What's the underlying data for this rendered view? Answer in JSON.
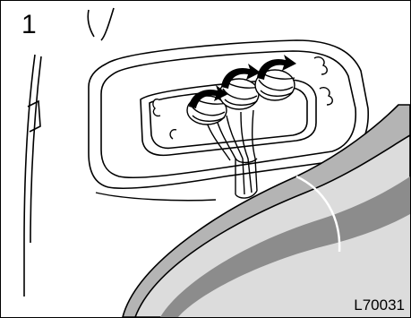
{
  "step_number": "1",
  "figure_code": "L70031",
  "colors": {
    "line": "#000000",
    "trim_fill": "#dcdcdc",
    "trim_shade": "#b4b4b4",
    "trim_dark": "#8c8c8c",
    "arrow_fill": "#000000"
  },
  "icons": {
    "rotation_arrow": "curved-rotation-arrow-icon"
  },
  "bulb_socket_count": 3
}
